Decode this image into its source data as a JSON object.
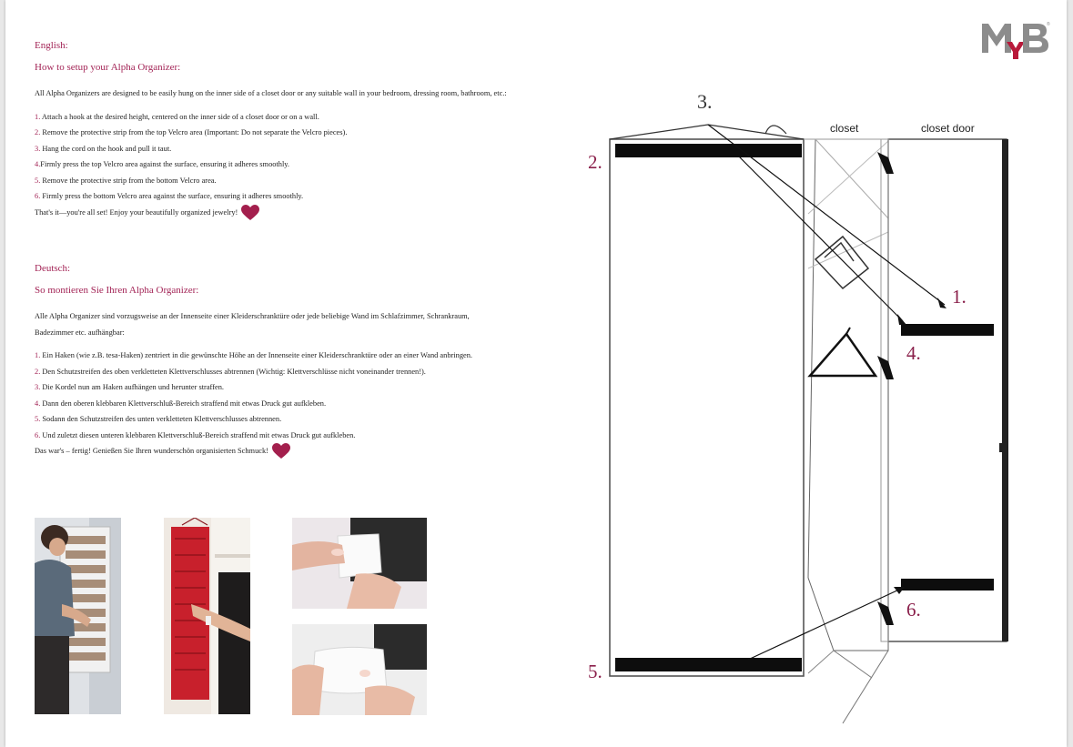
{
  "logo": {
    "text": "MYB",
    "registered": "®"
  },
  "english": {
    "lang": "English:",
    "title": "How to setup your Alpha Organizer:",
    "intro": "All Alpha Organizers are designed to be easily hung on the inner side of a closet door or any suitable wall in your bedroom, dressing room, bathroom, etc.:",
    "steps": [
      {
        "num": "1.",
        "text": "  Attach a hook at the desired height, centered on the inner side of a closet door or on a wall."
      },
      {
        "num": "2.",
        "text": " Remove the protective strip from the top Velcro area (Important: Do not separate the Velcro pieces)."
      },
      {
        "num": "3.",
        "text": " Hang the cord on the hook and pull it taut."
      },
      {
        "num": "4.",
        "text": "Firmly press the top Velcro area against the surface, ensuring it adheres smoothly."
      },
      {
        "num": "5.",
        "text": " Remove the protective strip from the bottom Velcro area."
      },
      {
        "num": "6.",
        "text": " Firmly press the bottom Velcro area against the surface, ensuring it adheres smoothly."
      }
    ],
    "closing": "That's it—you're all set! Enjoy your beautifully organized jewelry!"
  },
  "deutsch": {
    "lang": "Deutsch:",
    "title": "So montieren Sie Ihren Alpha Organizer:",
    "intro": "Alle Alpha Organizer sind vorzugsweise an der Innenseite einer Kleiderschranktüre oder jede beliebige Wand im Schlafzimmer, Schrankraum, Badezimmer etc. aufhängbar:",
    "steps": [
      {
        "num": "1.",
        "text": " Ein Haken (wie z.B. tesa-Haken) zentriert in die gewünschte Höhe an der Innenseite einer Kleiderschranktüre oder an einer Wand anbringen."
      },
      {
        "num": "2.",
        "text": " Den Schutzstreifen des oben verkletteten Klettverschlusses abtrennen (Wichtig: Klettverschlüsse nicht voneinander trennen!)."
      },
      {
        "num": "3.",
        "text": " Die Kordel nun am Haken aufhängen und herunter straffen."
      },
      {
        "num": "4.",
        "text": " Dann den oberen klebbaren Klettverschluß-Bereich straffend mit etwas Druck gut aufkleben."
      },
      {
        "num": "5.",
        "text": " Sodann den Schutzstreifen des unten verkletteten Klettverschlusses abtrennen."
      },
      {
        "num": "6.",
        "text": " Und zuletzt diesen unteren klebbaren Klettverschluß-Bereich straffend mit etwas Druck gut aufkleben."
      }
    ],
    "closing": "Das war's – fertig! Genießen Sie Ihren wunderschön organisierten Schmuck!"
  },
  "diagram": {
    "closet_label": "closet",
    "door_label": "closet door",
    "callouts": [
      "1.",
      "2.",
      "3.",
      "4.",
      "5.",
      "6."
    ]
  },
  "colors": {
    "accent": "#a32456",
    "heart": "#a31f4d",
    "organizer_red": "#c8202c"
  }
}
